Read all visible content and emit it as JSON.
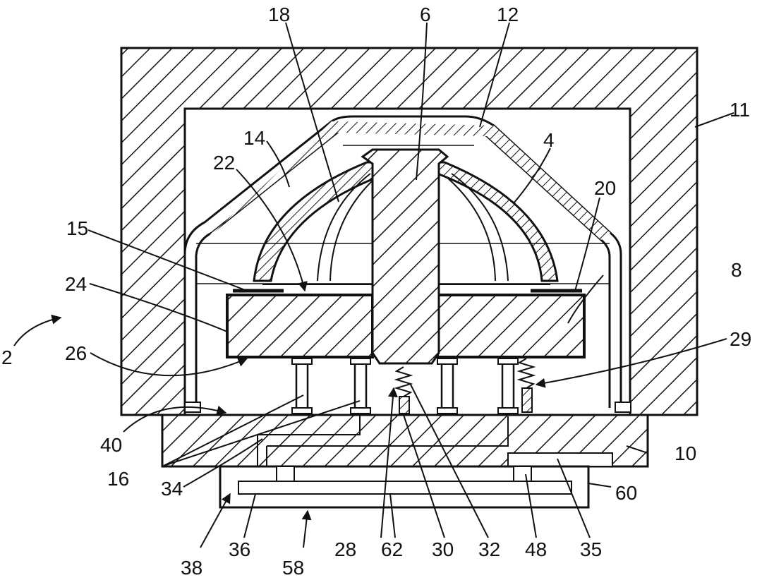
{
  "colors": {
    "ink": "#111111",
    "paper": "#ffffff"
  },
  "figure": {
    "reference_labels": {
      "r2": "2",
      "r4": "4",
      "r6": "6",
      "r8": "8",
      "r10": "10",
      "r11": "11",
      "r12": "12",
      "r14": "14",
      "r15": "15",
      "r16": "16",
      "r18": "18",
      "r20": "20",
      "r22": "22",
      "r24": "24",
      "r26": "26",
      "r28": "28",
      "r29": "29",
      "r30": "30",
      "r32": "32",
      "r34": "34",
      "r35": "35",
      "r36": "36",
      "r38": "38",
      "r40": "40",
      "r48": "48",
      "r58": "58",
      "r60": "60",
      "r62": "62"
    }
  }
}
